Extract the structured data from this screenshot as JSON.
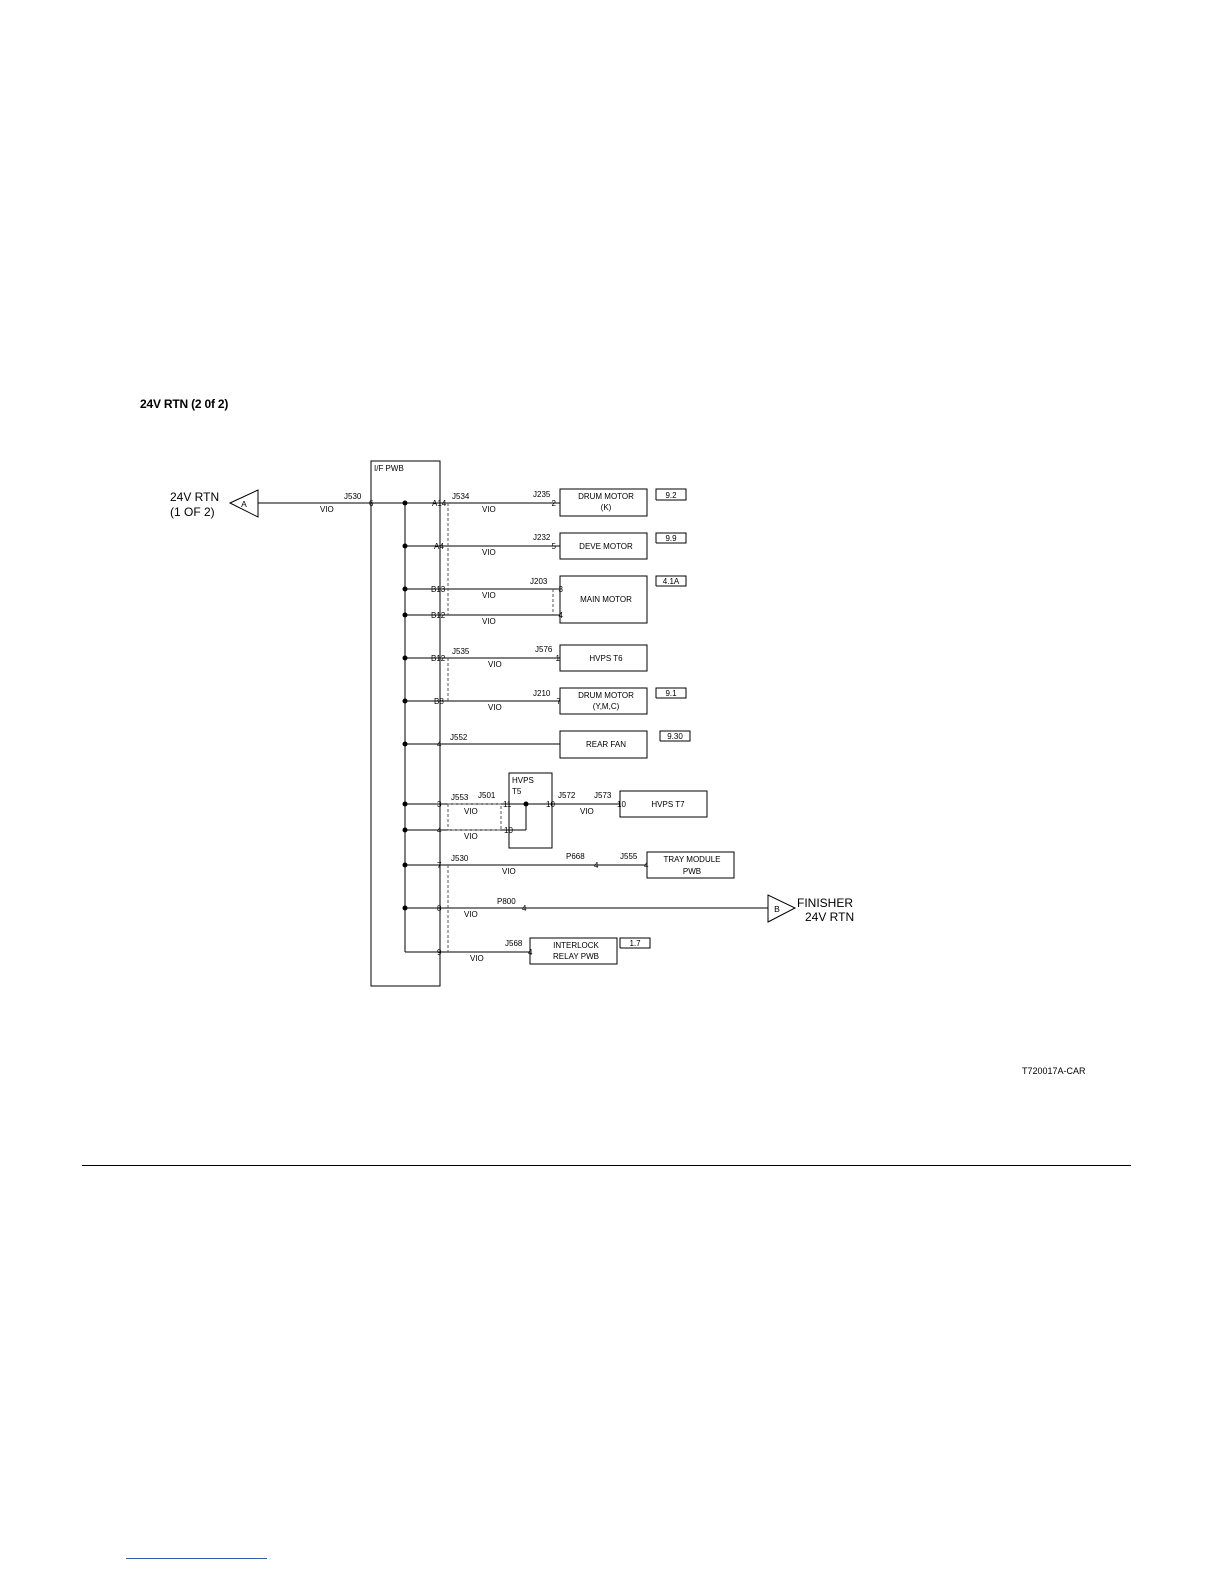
{
  "title": "24V RTN (2 0f 2)",
  "reference_code": "T720017A-CAR",
  "board_label": "I/F PWB",
  "wire_color": "VIO",
  "offpage_in": {
    "symbol": "A",
    "label_line1": "24V RTN",
    "label_line2": "(1 OF 2)",
    "connector": "J530",
    "pin": "6"
  },
  "offpage_out": {
    "symbol": "B",
    "label_line1": "FINISHER",
    "label_line2": "24V RTN",
    "connector": "P800",
    "pin": "4"
  },
  "circuits": [
    {
      "board_pin": "A14",
      "board_conn": "J534",
      "dev_conn": "J235",
      "dev_pin": "2",
      "device_line1": "DRUM MOTOR",
      "device_line2": "(K)",
      "ref": "9.2"
    },
    {
      "board_pin": "A4",
      "board_conn": "",
      "dev_conn": "J232",
      "dev_pin": "5",
      "device_line1": "DEVE MOTOR",
      "device_line2": "",
      "ref": "9.9"
    },
    {
      "board_pin": "B13",
      "board_conn": "",
      "dev_conn": "J203",
      "dev_pin": "3",
      "device_line1": "MAIN MOTOR",
      "device_line2": "",
      "ref": "4.1A"
    },
    {
      "board_pin": "B12",
      "board_conn": "",
      "dev_conn": "",
      "dev_pin": "4",
      "device_line1": "",
      "device_line2": "",
      "ref": ""
    },
    {
      "board_pin": "B12",
      "board_conn": "J535",
      "dev_conn": "J576",
      "dev_pin": "1",
      "device_line1": "HVPS T6",
      "device_line2": "",
      "ref": ""
    },
    {
      "board_pin": "B8",
      "board_conn": "",
      "dev_conn": "J210",
      "dev_pin": "7",
      "device_line1": "DRUM MOTOR",
      "device_line2": "(Y,M,C)",
      "ref": "9.1"
    },
    {
      "board_pin": "4",
      "board_conn": "J552",
      "dev_conn": "",
      "dev_pin": "",
      "device_line1": "REAR FAN",
      "device_line2": "",
      "ref": "9.30"
    },
    {
      "board_pin": "3",
      "board_conn": "J553",
      "dev_conn": "J501",
      "dev_pin": "11",
      "device_line1": "",
      "device_line2": "",
      "ref": ""
    },
    {
      "board_pin": "4",
      "board_conn": "",
      "dev_conn": "",
      "dev_pin": "10",
      "device_line1": "",
      "device_line2": "",
      "ref": ""
    },
    {
      "board_pin": "7",
      "board_conn": "J530",
      "dev_conn": "J555",
      "dev_pin": "4",
      "device_line1": "TRAY MODULE",
      "device_line2": "PWB",
      "ref": ""
    },
    {
      "board_pin": "8",
      "board_conn": "",
      "dev_conn": "",
      "dev_pin": "",
      "device_line1": "",
      "device_line2": "",
      "ref": ""
    },
    {
      "board_pin": "9",
      "board_conn": "",
      "dev_conn": "J568",
      "dev_pin": "4",
      "device_line1": "INTERLOCK",
      "device_line2": "RELAY PWB",
      "ref": "1.7"
    }
  ],
  "hvps_t5": {
    "line1": "HVPS",
    "line2": "T5",
    "out_pin": "10",
    "out_conn": "J572"
  },
  "hvps_t7": {
    "connector": "J573",
    "pin": "10",
    "label": "HVPS T7"
  },
  "tray_inline": {
    "connector": "P668",
    "pin": "4"
  }
}
